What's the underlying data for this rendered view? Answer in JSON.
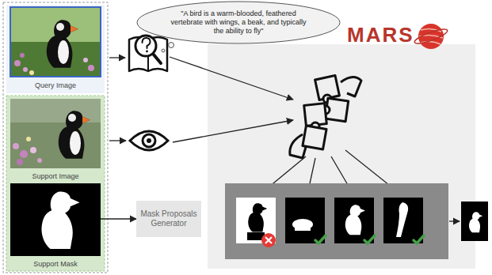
{
  "diagram": {
    "nodes": [
      {
        "text": [
          "Query Image"
        ]
      },
      {
        "text": [
          "\"A bird is a warm-blooded, feathered vertebrate with wings, a beak, and typically the ability to fly\""
        ]
      },
      {
        "text": [
          "Support Image"
        ]
      },
      {
        "text": [
          "Support Mask"
        ]
      },
      {
        "text": [
          "Mask Proposals Generator"
        ]
      }
    ],
    "edges": [
      {
        "from": 3,
        "to": 4,
        "arrow": "to"
      }
    ],
    "labels": [
      "MARS"
    ]
  }
}
